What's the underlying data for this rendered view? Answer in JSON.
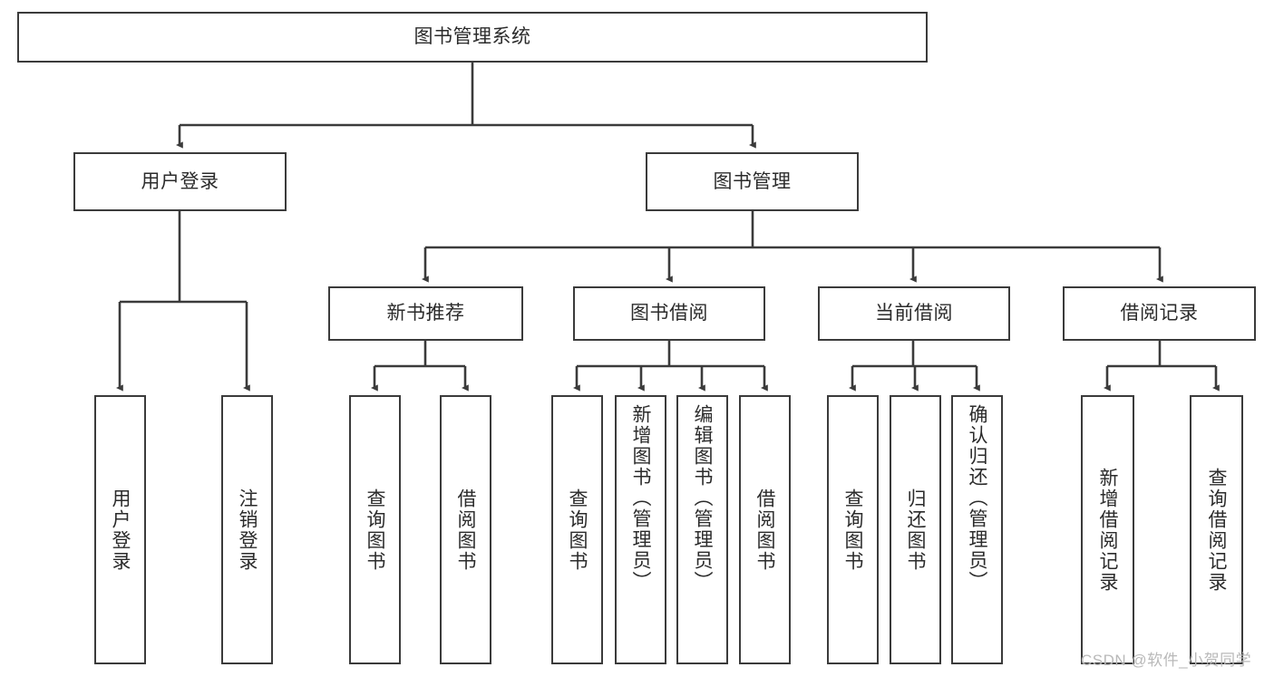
{
  "diagram": {
    "title": "图书管理系统",
    "type": "hierarchy-tree",
    "colors": {
      "box_border": "#3b3b3b",
      "box_fill": "#ffffff",
      "connector": "#3b3b3b",
      "text": "#2b2b2b",
      "watermark": "#b9b9b9"
    },
    "levels": {
      "root": {
        "label": "图书管理系统"
      },
      "level2": [
        {
          "label": "用户登录"
        },
        {
          "label": "图书管理"
        }
      ],
      "level3": [
        {
          "label": "新书推荐"
        },
        {
          "label": "图书借阅"
        },
        {
          "label": "当前借阅"
        },
        {
          "label": "借阅记录"
        }
      ],
      "leaves": {
        "user_login": [
          {
            "label": "用户登录"
          },
          {
            "label": "注销登录"
          }
        ],
        "new_book_recommend": [
          {
            "label": "查询图书"
          },
          {
            "label": "借阅图书"
          }
        ],
        "book_borrow": [
          {
            "label": "查询图书"
          },
          {
            "label": "新增图书（管理员）"
          },
          {
            "label": "编辑图书（管理员）"
          },
          {
            "label": "借阅图书"
          }
        ],
        "current_borrow": [
          {
            "label": "查询图书"
          },
          {
            "label": "归还图书"
          },
          {
            "label": "确认归还（管理员）"
          }
        ],
        "borrow_record": [
          {
            "label": "新增借阅记录"
          },
          {
            "label": "查询借阅记录"
          }
        ]
      }
    },
    "watermark": "CSDN @软件_小贺同学"
  }
}
